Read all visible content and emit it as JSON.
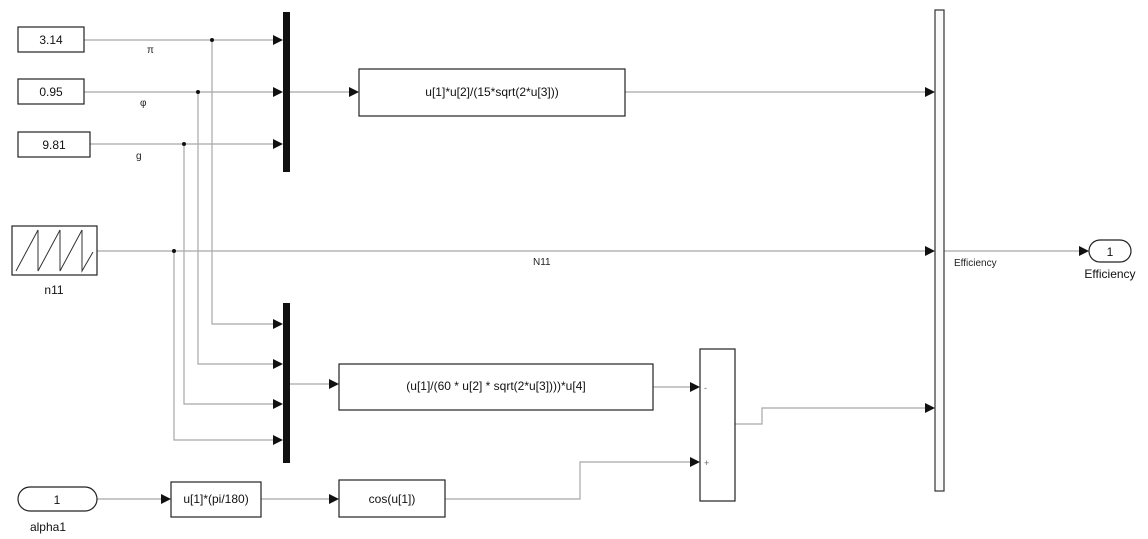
{
  "constants": {
    "pi": "3.14",
    "phi": "0.95",
    "g": "9.81"
  },
  "signals": {
    "pi": "π",
    "phi": "φ",
    "g": "g",
    "n11": "N11"
  },
  "source": {
    "label": "n11"
  },
  "fcn_top": "u[1]*u[2]/(15*sqrt(2*u[3]))",
  "fcn_mid": "(u[1]/(60 * u[2] * sqrt(2*u[3])))*u[4]",
  "fcn_deg": "u[1]*(pi/180)",
  "fcn_cos": "cos(u[1])",
  "sum_signs": {
    "minus": "-",
    "plus": "+"
  },
  "inport": {
    "number": "1",
    "name": "alpha1"
  },
  "mux_out": {
    "label": "Efficiency"
  },
  "outport": {
    "number": "1",
    "name": "Efficiency"
  }
}
